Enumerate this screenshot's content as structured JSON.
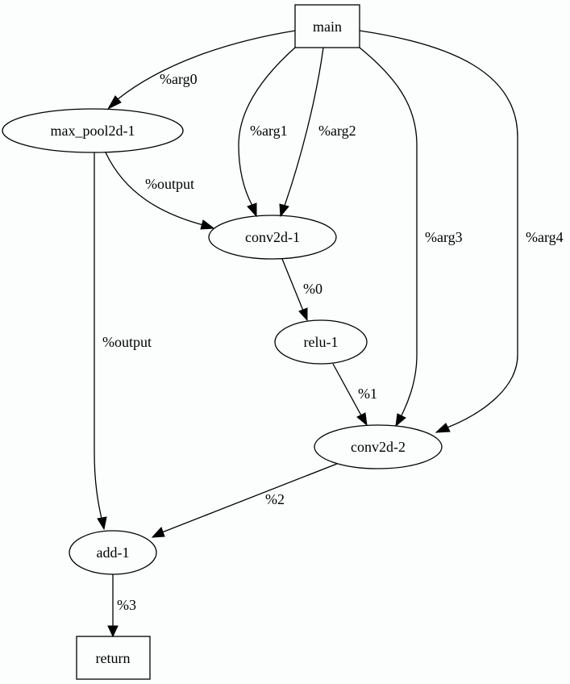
{
  "graph": {
    "nodes": {
      "main": "main",
      "max_pool": "max_pool2d-1",
      "conv1": "conv2d-1",
      "relu": "relu-1",
      "conv2": "conv2d-2",
      "add": "add-1",
      "ret": "return"
    },
    "edges": {
      "main_maxpool": "%arg0",
      "main_conv1_a": "%arg1",
      "main_conv1_b": "%arg2",
      "main_conv2_a": "%arg3",
      "main_conv2_b": "%arg4",
      "maxpool_conv1": "%output",
      "maxpool_add": "%output",
      "conv1_relu": "%0",
      "relu_conv2": "%1",
      "conv2_add": "%2",
      "add_return": "%3"
    }
  }
}
